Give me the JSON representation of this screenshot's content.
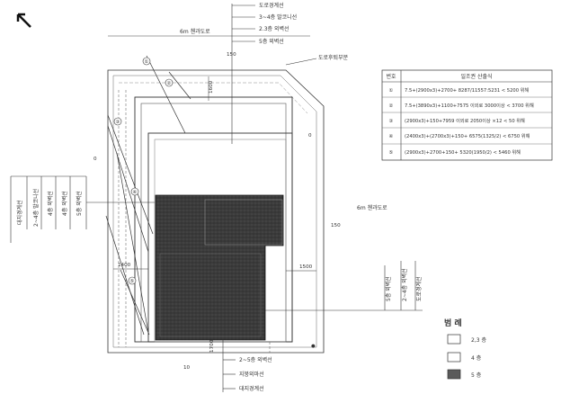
{
  "north_arrow": "north-arrow-icon",
  "roads": {
    "top": "6m 쳰과도로",
    "right": "6m 쳰과도로"
  },
  "top_callouts": [
    "도로경계선",
    "3~4층 발코니선",
    "2.3층 외벽선",
    "5층 외벽선"
  ],
  "top_right_callout": "도로후퇴부분",
  "left_callouts": [
    "대지경계선",
    "2~4층 발코니선",
    "4층 외벽선",
    "4층 외벽선",
    "5층 외벽선"
  ],
  "right_callouts": [
    "5층 외벽선",
    "2~4층 외벽선",
    "도로경계선"
  ],
  "bottom_callouts": [
    "2~5층 외벽선",
    "지붕외마선",
    "대지경계선"
  ],
  "dimensions": {
    "d150_top": "150",
    "d1600_top": "1600",
    "d0_right": "0",
    "d150_right": "150",
    "d1500_right": "1500",
    "d1400_left": "1400",
    "d0_left": "0",
    "d10_bottom": "10",
    "d1700_bottom": "1700"
  },
  "circle_markers": [
    "①",
    "②",
    "③",
    "④",
    "⑤"
  ],
  "table": {
    "headers": [
      "번호",
      "일조권 산출식"
    ],
    "rows": [
      {
        "no": "①",
        "formula": "7.5+(2900x3)+2700+ 8287/11557:5231 < 5200 위해"
      },
      {
        "no": "②",
        "formula": "7.5+(3890x3)+1100+7575 이외로 3000이상 < 3700 위해"
      },
      {
        "no": "③",
        "formula": "(2900x3)+150+7959 이외로 2050이상 ×12 < 50 위해"
      },
      {
        "no": "④",
        "formula": "(2400x3)+(2700x3)+150+ 6575(1325/2) < 6750 위해"
      },
      {
        "no": "⑤",
        "formula": "(2900x3)+2700+150+ 5320(1950/2) < 5460 위해"
      }
    ]
  },
  "legend": {
    "title": "범 례",
    "items": [
      {
        "label": "2,3 층",
        "color": "#ffffff"
      },
      {
        "label": "4 층",
        "color": "#ffffff"
      },
      {
        "label": "5 층",
        "color": "#5a5a5a"
      }
    ]
  }
}
